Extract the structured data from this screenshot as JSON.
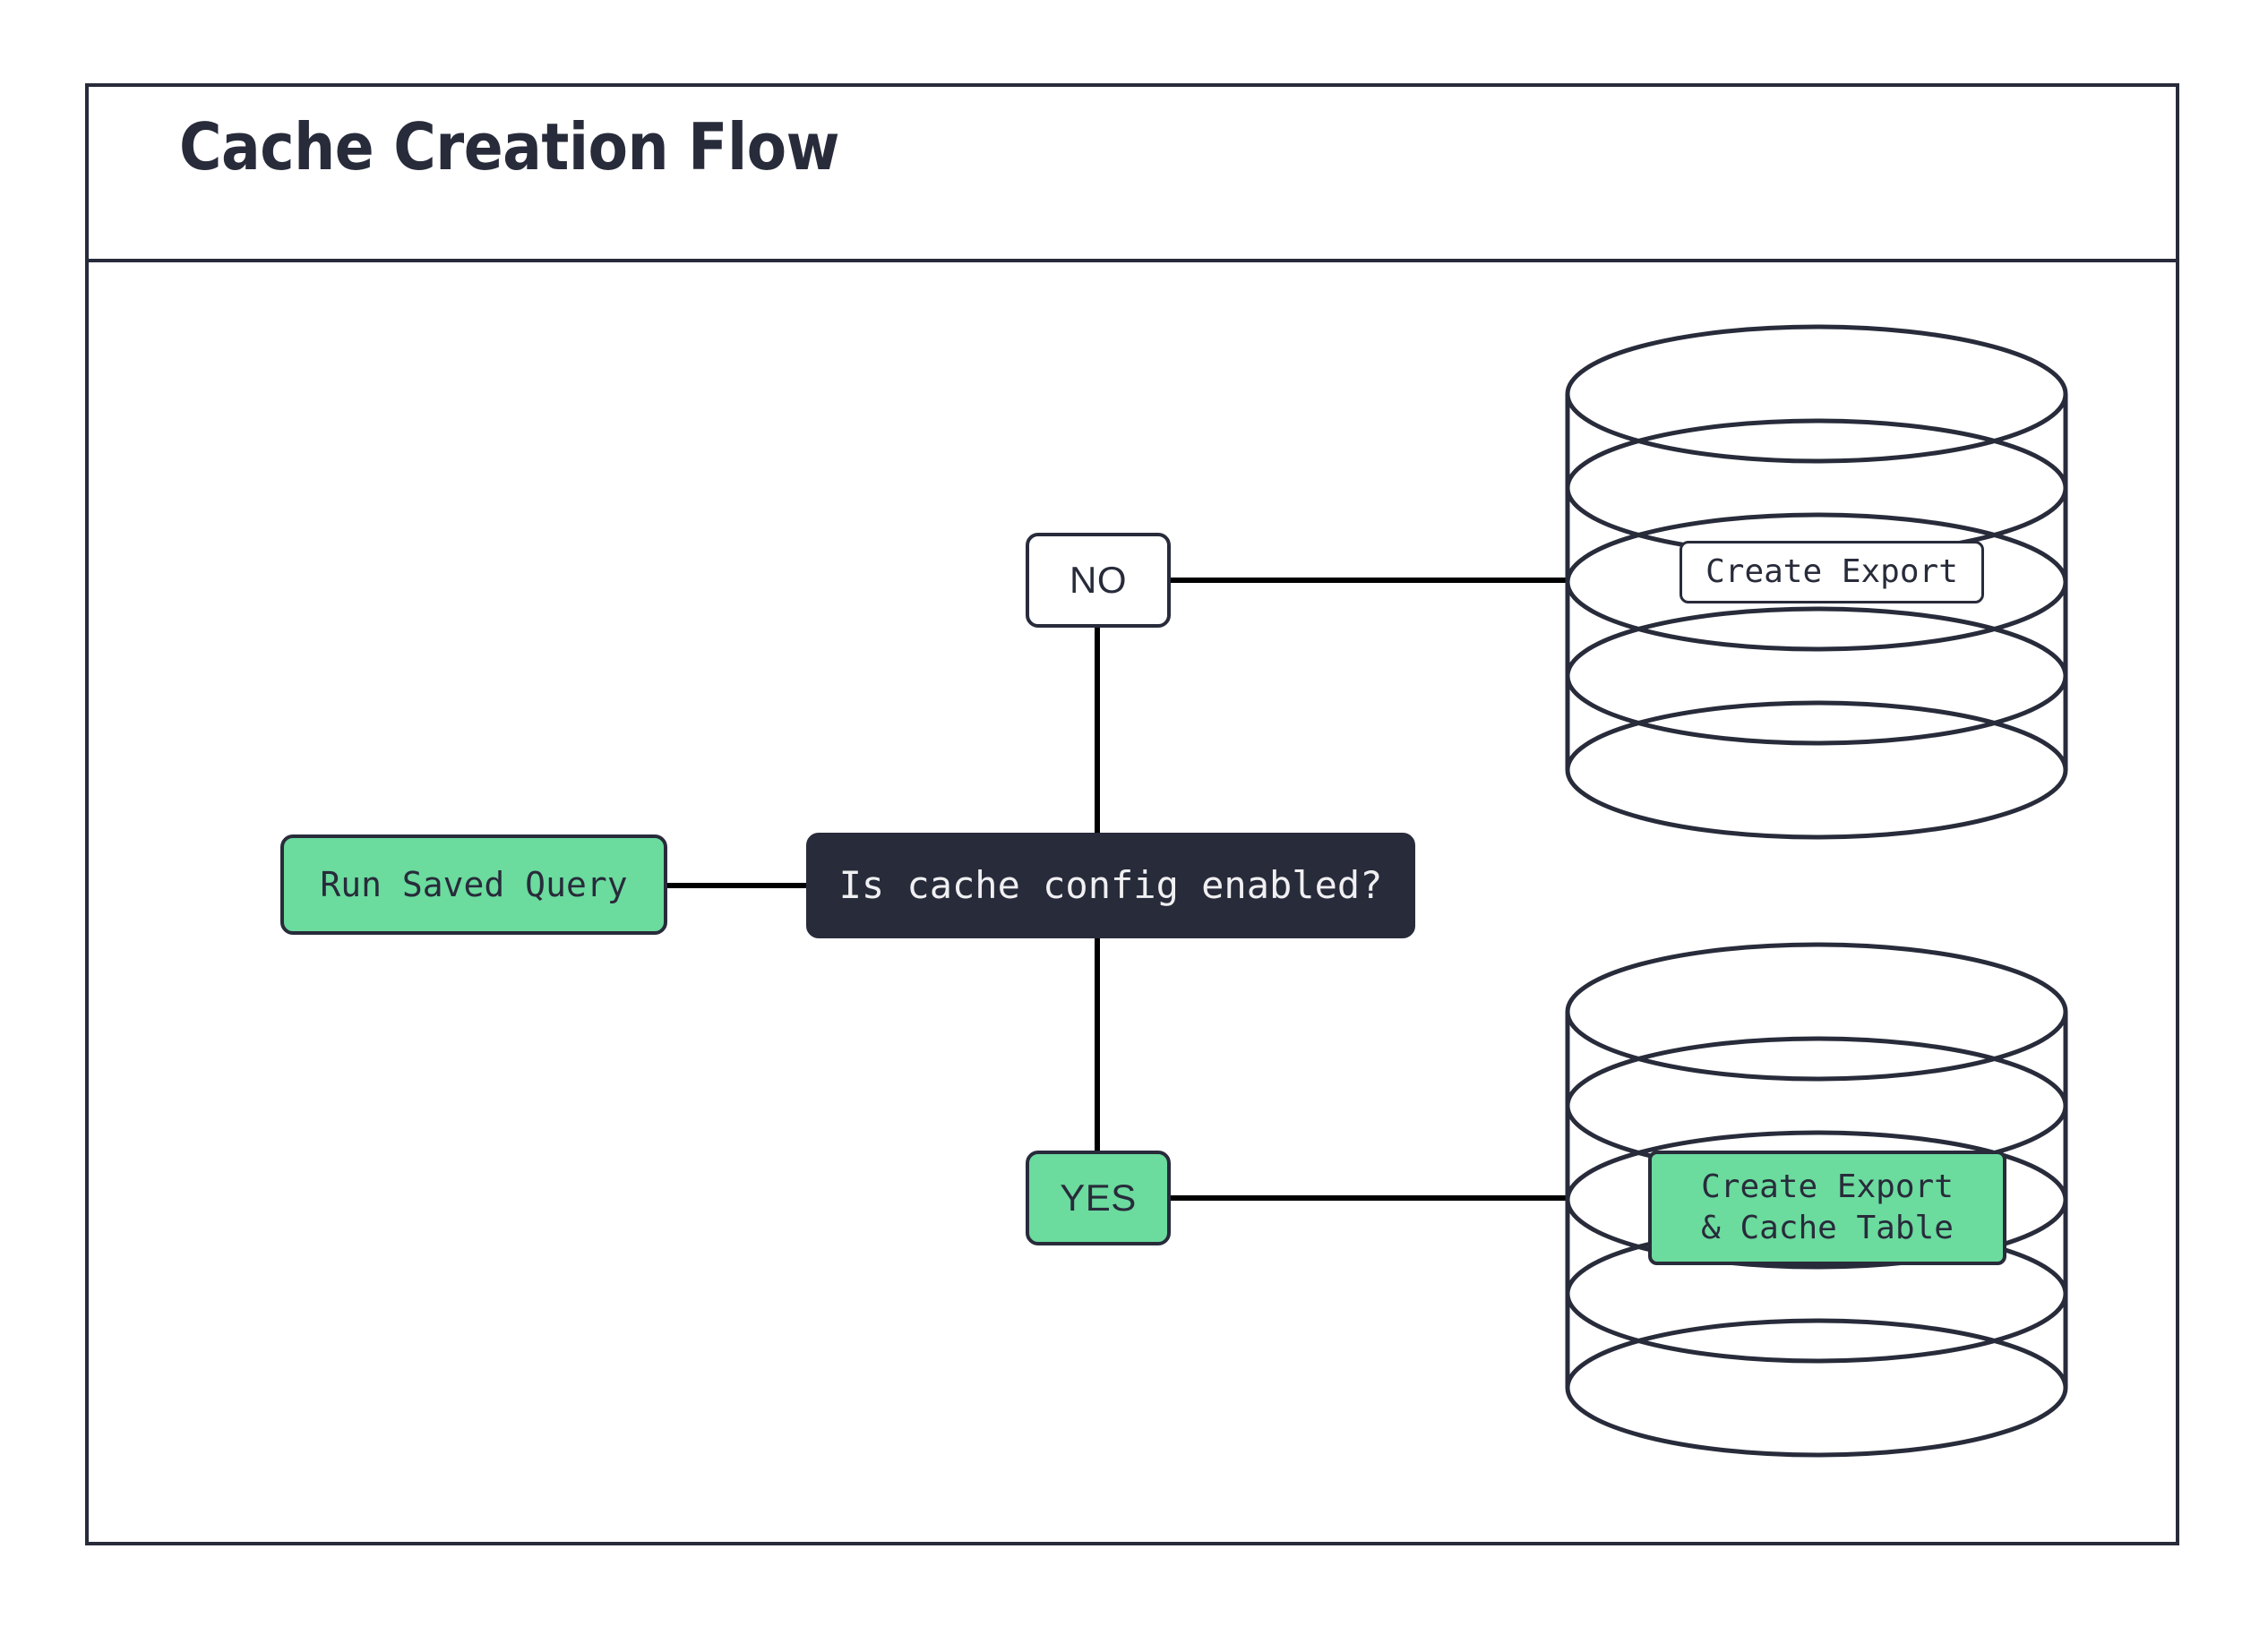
{
  "diagram": {
    "title": "Cache Creation Flow",
    "type": "flowchart",
    "orientation": "left-to-right",
    "colors": {
      "ink": "#282b3a",
      "accent_green": "#6bdb9e",
      "node_white": "#ffffff",
      "edge": "#000000",
      "dark_node_text": "#f0f0f2",
      "background": "#ffffff"
    }
  },
  "nodes": [
    {
      "id": "run-saved-query",
      "label": "Run Saved Query",
      "shape": "rounded-rect",
      "fill": "green"
    },
    {
      "id": "decision",
      "label": "Is cache config enabled?",
      "shape": "rounded-rect",
      "fill": "dark"
    },
    {
      "id": "no",
      "label": "NO",
      "shape": "rounded-rect",
      "fill": "white"
    },
    {
      "id": "yes",
      "label": "YES",
      "shape": "rounded-rect",
      "fill": "green"
    },
    {
      "id": "database-top",
      "label": "",
      "shape": "cylinder",
      "fill": "white"
    },
    {
      "id": "create-export",
      "label": "Create Export",
      "shape": "rounded-rect",
      "fill": "white"
    },
    {
      "id": "database-bottom",
      "label": "",
      "shape": "cylinder",
      "fill": "white"
    },
    {
      "id": "create-export-cache-table",
      "label": "Create Export\n& Cache Table",
      "line1": "Create Export",
      "line2": "& Cache Table",
      "shape": "rounded-rect",
      "fill": "green"
    }
  ],
  "edges": [
    {
      "id": "e1",
      "from": "run-saved-query",
      "to": "decision",
      "label": ""
    },
    {
      "id": "e2",
      "from": "decision",
      "to": "no",
      "label": ""
    },
    {
      "id": "e3",
      "from": "no",
      "to": "database-top",
      "label": ""
    },
    {
      "id": "e4",
      "from": "decision",
      "to": "yes",
      "label": ""
    },
    {
      "id": "e5",
      "from": "yes",
      "to": "database-bottom",
      "label": ""
    }
  ]
}
